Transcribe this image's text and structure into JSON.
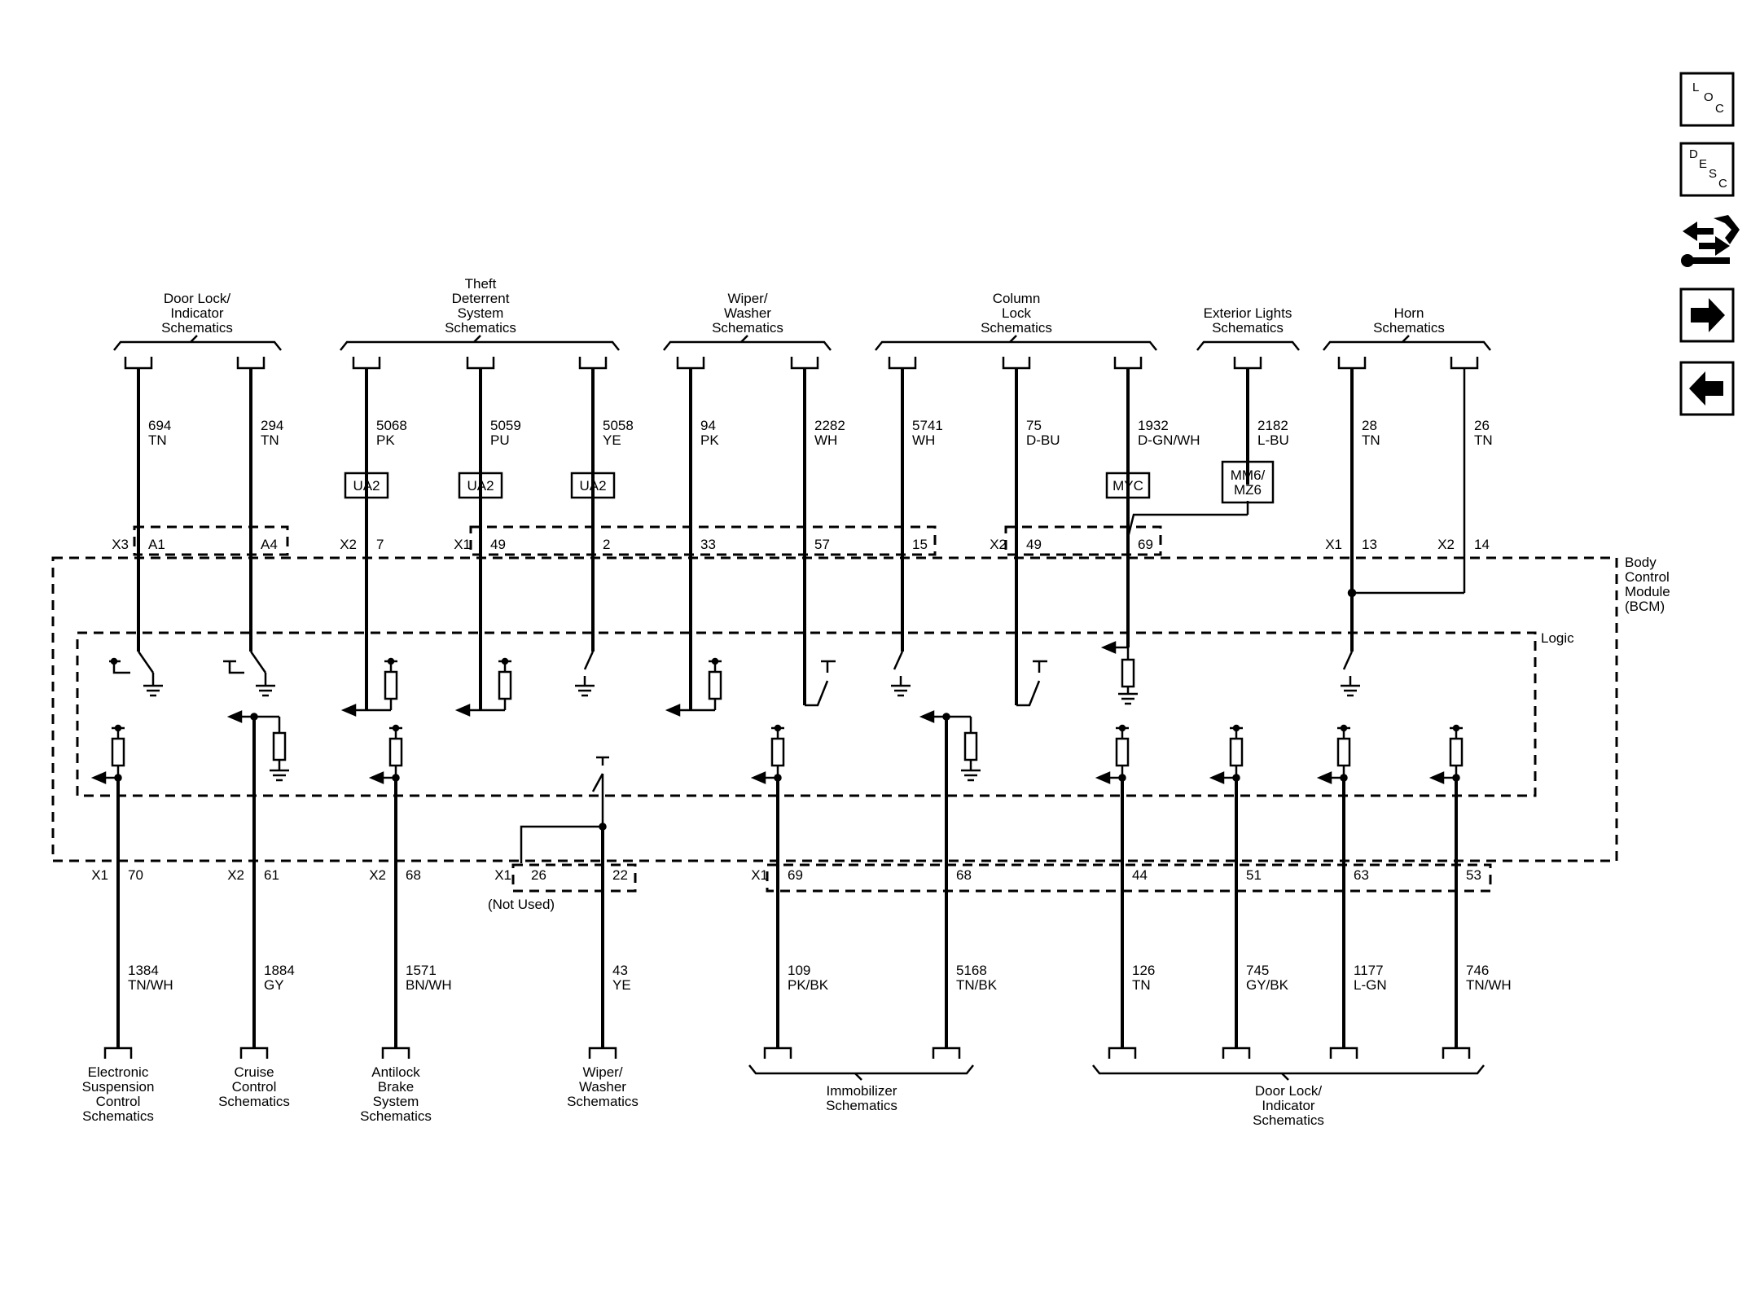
{
  "top_groups": [
    {
      "label": [
        "Door Lock/",
        "Indicator",
        "Schematics"
      ]
    },
    {
      "label": [
        "Theft",
        "Deterrent",
        "System",
        "Schematics"
      ]
    },
    {
      "label": [
        "Wiper/",
        "Washer",
        "Schematics"
      ]
    },
    {
      "label": [
        "Column",
        "Lock",
        "Schematics"
      ]
    },
    {
      "label": [
        "Exterior Lights",
        "Schematics"
      ]
    },
    {
      "label": [
        "Horn",
        "Schematics"
      ]
    }
  ],
  "top_circuits": [
    {
      "circuit": "694",
      "color": "TN",
      "connector": "X3",
      "pin": "A1"
    },
    {
      "circuit": "294",
      "color": "TN",
      "connector": "",
      "pin": "A4"
    },
    {
      "circuit": "5068",
      "color": "PK",
      "connector": "X2",
      "pin": "7",
      "option": "UA2"
    },
    {
      "circuit": "5059",
      "color": "PU",
      "connector": "X1",
      "pin": "49",
      "option": "UA2"
    },
    {
      "circuit": "5058",
      "color": "YE",
      "connector": "",
      "pin": "2",
      "option": "UA2"
    },
    {
      "circuit": "94",
      "color": "PK",
      "connector": "",
      "pin": "33"
    },
    {
      "circuit": "2282",
      "color": "WH",
      "connector": "",
      "pin": "57"
    },
    {
      "circuit": "5741",
      "color": "WH",
      "connector": "",
      "pin": "15"
    },
    {
      "circuit": "75",
      "color": "D-BU",
      "connector": "X2",
      "pin": "49"
    },
    {
      "circuit": "1932",
      "color": "D-GN/WH",
      "connector": "",
      "pin": "69",
      "option": "MYC"
    },
    {
      "circuit": "2182",
      "color": "L-BU",
      "option": "MM6/\nMZ6"
    },
    {
      "circuit": "28",
      "color": "TN",
      "connector": "X1",
      "pin": "13"
    },
    {
      "circuit": "26",
      "color": "TN",
      "connector": "X2",
      "pin": "14"
    }
  ],
  "bottom_circuits": [
    {
      "circuit": "1384",
      "color": "TN/WH",
      "connector": "X1",
      "pin": "70"
    },
    {
      "circuit": "1884",
      "color": "GY",
      "connector": "X2",
      "pin": "61"
    },
    {
      "circuit": "1571",
      "color": "BN/WH",
      "connector": "X2",
      "pin": "68"
    },
    {
      "circuit": "",
      "color": "",
      "connector": "X1",
      "pin": "26"
    },
    {
      "circuit": "43",
      "color": "YE",
      "connector": "",
      "pin": "22"
    },
    {
      "circuit": "109",
      "color": "PK/BK",
      "connector": "X1",
      "pin": "69"
    },
    {
      "circuit": "5168",
      "color": "TN/BK",
      "connector": "",
      "pin": "68"
    },
    {
      "circuit": "126",
      "color": "TN",
      "connector": "",
      "pin": "44"
    },
    {
      "circuit": "745",
      "color": "GY/BK",
      "connector": "",
      "pin": "51"
    },
    {
      "circuit": "1177",
      "color": "L-GN",
      "connector": "",
      "pin": "63"
    },
    {
      "circuit": "746",
      "color": "TN/WH",
      "connector": "",
      "pin": "53"
    }
  ],
  "not_used": "(Not Used)",
  "bottom_groups": [
    {
      "label": [
        "Electronic",
        "Suspension",
        "Control",
        "Schematics"
      ]
    },
    {
      "label": [
        "Cruise",
        "Control",
        "Schematics"
      ]
    },
    {
      "label": [
        "Antilock",
        "Brake",
        "System",
        "Schematics"
      ]
    },
    {
      "label": [
        "Wiper/",
        "Washer",
        "Schematics"
      ]
    },
    {
      "label": [
        "Immobilizer",
        "Schematics"
      ]
    },
    {
      "label": [
        "Door Lock/",
        "Indicator",
        "Schematics"
      ]
    }
  ],
  "module": {
    "label": [
      "Body",
      "Control",
      "Module",
      "(BCM)"
    ],
    "logic": "Logic"
  },
  "nav": {
    "loc": [
      "L",
      "O",
      "C"
    ],
    "desc": [
      "D",
      "E",
      "S",
      "C"
    ],
    "icons": [
      "connector-swap-icon",
      "arrow-right-icon",
      "arrow-left-icon"
    ]
  }
}
